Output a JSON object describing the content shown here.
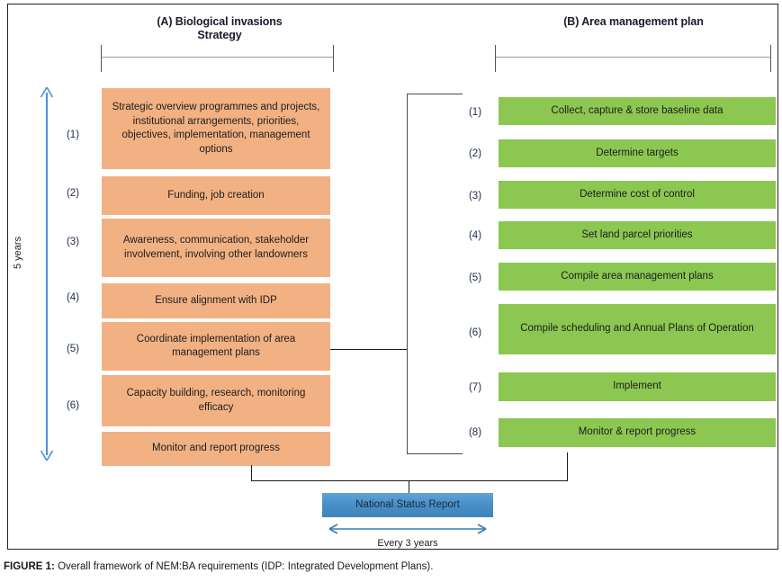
{
  "figure": {
    "caption_label": "FIGURE 1:",
    "caption_text": " Overall framework of NEM:BA requirements (IDP: Integrated Development Plans)."
  },
  "columns": {
    "a": {
      "heading_line1": "(A) Biological invasions",
      "heading_line2": "Strategy",
      "color": "#f2b183",
      "steps": [
        {
          "num": "(1)",
          "label": "Strategic overview programmes and projects, institutional arrangements, priorities, objectives, implementation, management options"
        },
        {
          "num": "(2)",
          "label": "Funding, job creation"
        },
        {
          "num": "(3)",
          "label": "Awareness, communication, stakeholder involvement, involving other landowners"
        },
        {
          "num": "(4)",
          "label": "Ensure alignment with IDP"
        },
        {
          "num": "(5)",
          "label": "Coordinate implementation of area management plans"
        },
        {
          "num": "(6)",
          "label": "Capacity building, research, monitoring efficacy"
        },
        {
          "num": "",
          "label": "Monitor and report progress"
        }
      ]
    },
    "b": {
      "heading": "(B) Area management plan",
      "color": "#8cc751",
      "steps": [
        {
          "num": "(1)",
          "label": "Collect, capture & store baseline data"
        },
        {
          "num": "(2)",
          "label": "Determine targets"
        },
        {
          "num": "(3)",
          "label": "Determine cost of control"
        },
        {
          "num": "(4)",
          "label": "Set land parcel priorities"
        },
        {
          "num": "(5)",
          "label": "Compile area management plans"
        },
        {
          "num": "(6)",
          "label": "Compile scheduling and Annual Plans of Operation"
        },
        {
          "num": "(7)",
          "label": "Implement"
        },
        {
          "num": "(8)",
          "label": "Monitor & report progress"
        }
      ]
    }
  },
  "timeline_left": {
    "label": "5 years",
    "color": "#4a90d9"
  },
  "output": {
    "report_label": "National Status Report",
    "report_color": "#4a90c8",
    "cycle_label": "Every 3 years",
    "cycle_arrow_color": "#3a7cb5"
  }
}
